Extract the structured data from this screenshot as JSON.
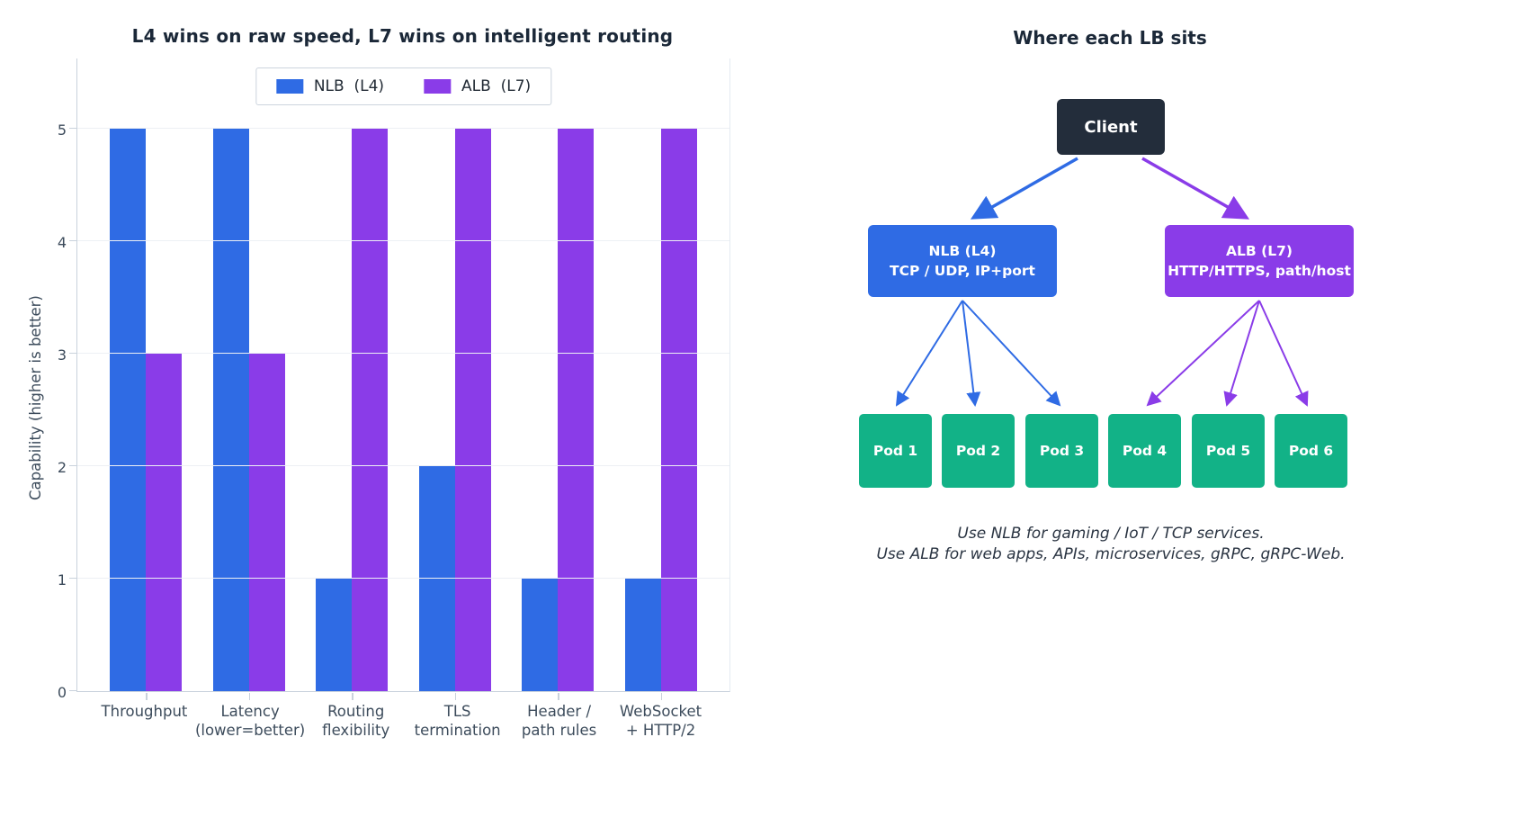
{
  "colors": {
    "nlb_blue": "#2f6be4",
    "alb_purple": "#8a3ce8",
    "pod_green": "#12b287",
    "client_dark": "#232d3b",
    "grid": "#edf0f4",
    "axis_text": "#3d4c5c",
    "title_text": "#1b2838"
  },
  "chart_data": {
    "type": "bar",
    "title": "L4 wins on raw speed, L7 wins on intelligent routing",
    "ylabel": "Capability  (higher is better)",
    "xlabel": "",
    "categories": [
      "Throughput",
      "Latency\n(lower=better)",
      "Routing\nflexibility",
      "TLS\ntermination",
      "Header /\npath rules",
      "WebSocket\n+ HTTP/2"
    ],
    "series": [
      {
        "key": "nlb",
        "name": "NLB  (L4)",
        "color": "#2f6be4",
        "values": [
          5,
          5,
          1,
          2,
          1,
          1
        ]
      },
      {
        "key": "alb",
        "name": "ALB  (L7)",
        "color": "#8a3ce8",
        "values": [
          3,
          3,
          5,
          5,
          5,
          5
        ]
      }
    ],
    "ylim": [
      0,
      5.62
    ],
    "yticks": [
      0,
      1,
      2,
      3,
      4,
      5
    ],
    "grid": true,
    "legend_position": "upper center"
  },
  "diagram": {
    "title": "Where each LB sits",
    "client_label": "Client",
    "nlb": {
      "line1": "NLB  (L4)",
      "line2": "TCP / UDP, IP+port"
    },
    "alb": {
      "line1": "ALB  (L7)",
      "line2": "HTTP/HTTPS, path/host"
    },
    "pods": [
      "Pod 1",
      "Pod 2",
      "Pod 3",
      "Pod 4",
      "Pod 5",
      "Pod 6"
    ],
    "caption_line1": "Use NLB for gaming / IoT / TCP services.",
    "caption_line2": "Use ALB for web apps, APIs, microservices, gRPC, gRPC-Web."
  }
}
